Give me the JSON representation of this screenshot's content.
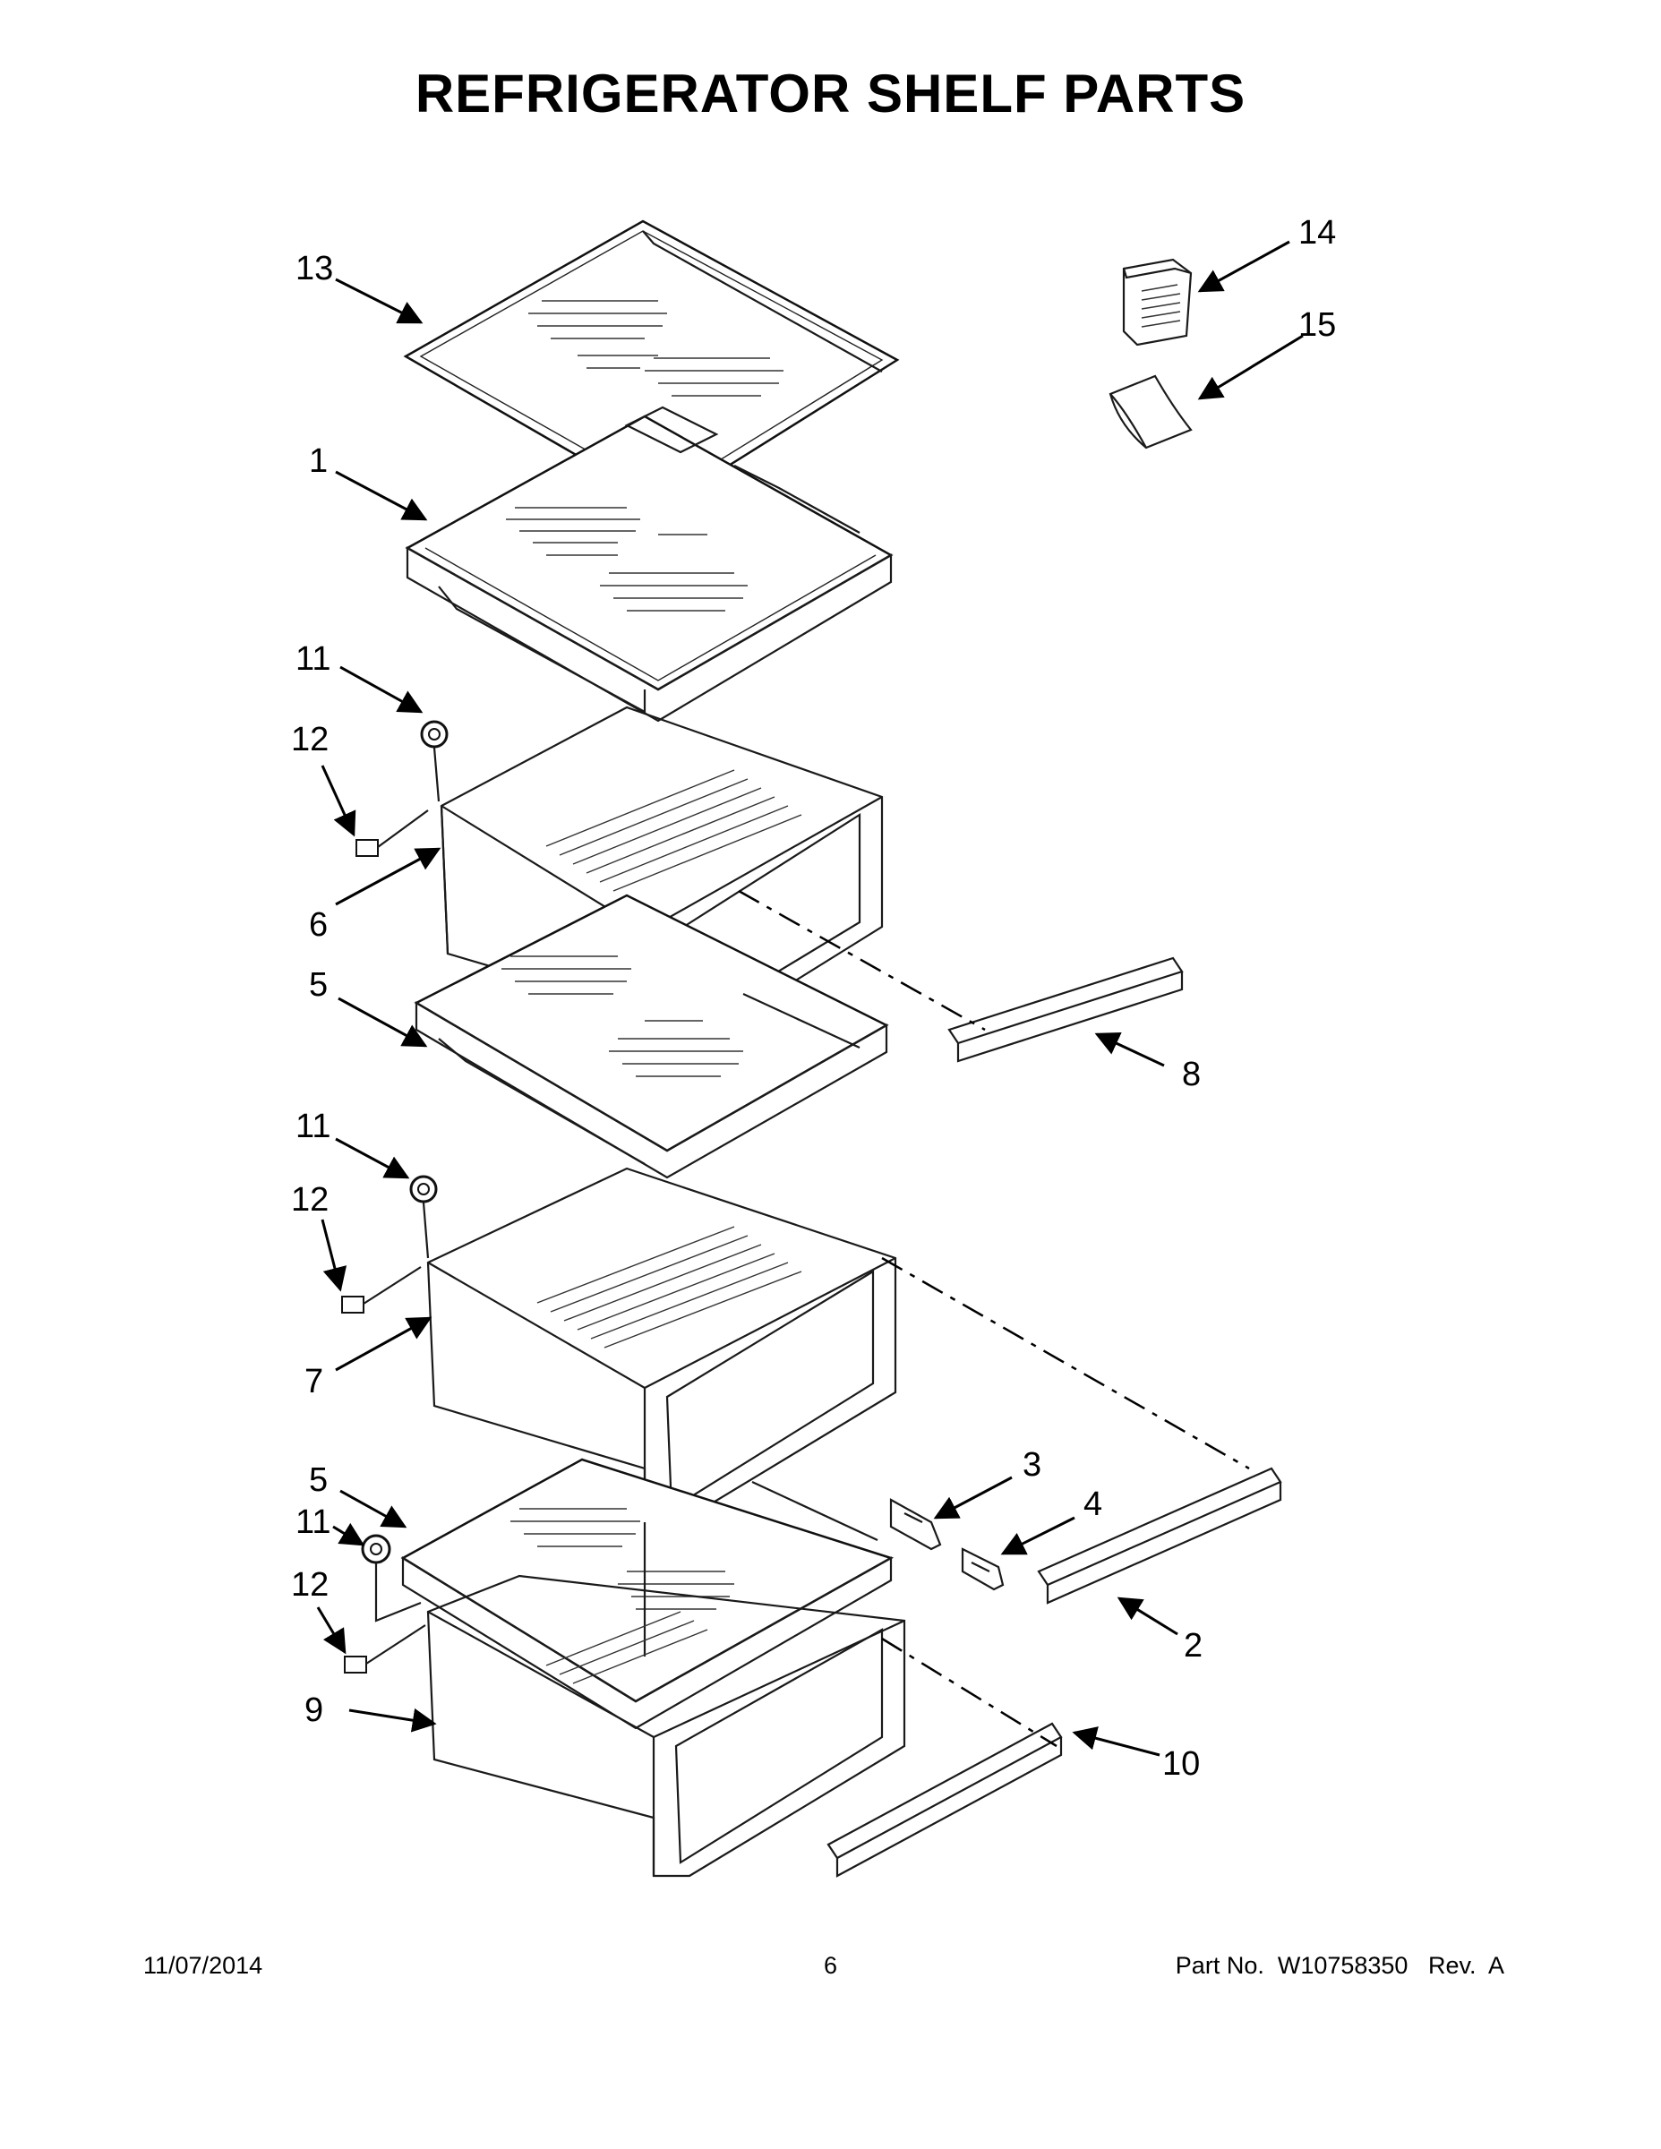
{
  "title": "REFRIGERATOR SHELF PARTS",
  "callouts": {
    "c1": "1",
    "c2": "2",
    "c3": "3",
    "c4": "4",
    "c5a": "5",
    "c5b": "5",
    "c6": "6",
    "c7": "7",
    "c8": "8",
    "c9": "9",
    "c10": "10",
    "c11a": "11",
    "c11b": "11",
    "c11c": "11",
    "c12a": "12",
    "c12b": "12",
    "c12c": "12",
    "c13": "13",
    "c14": "14",
    "c15": "15"
  },
  "footer": {
    "date": "11/07/2014",
    "page": "6",
    "part_number": "Part No.  W10758350   Rev.  A"
  }
}
